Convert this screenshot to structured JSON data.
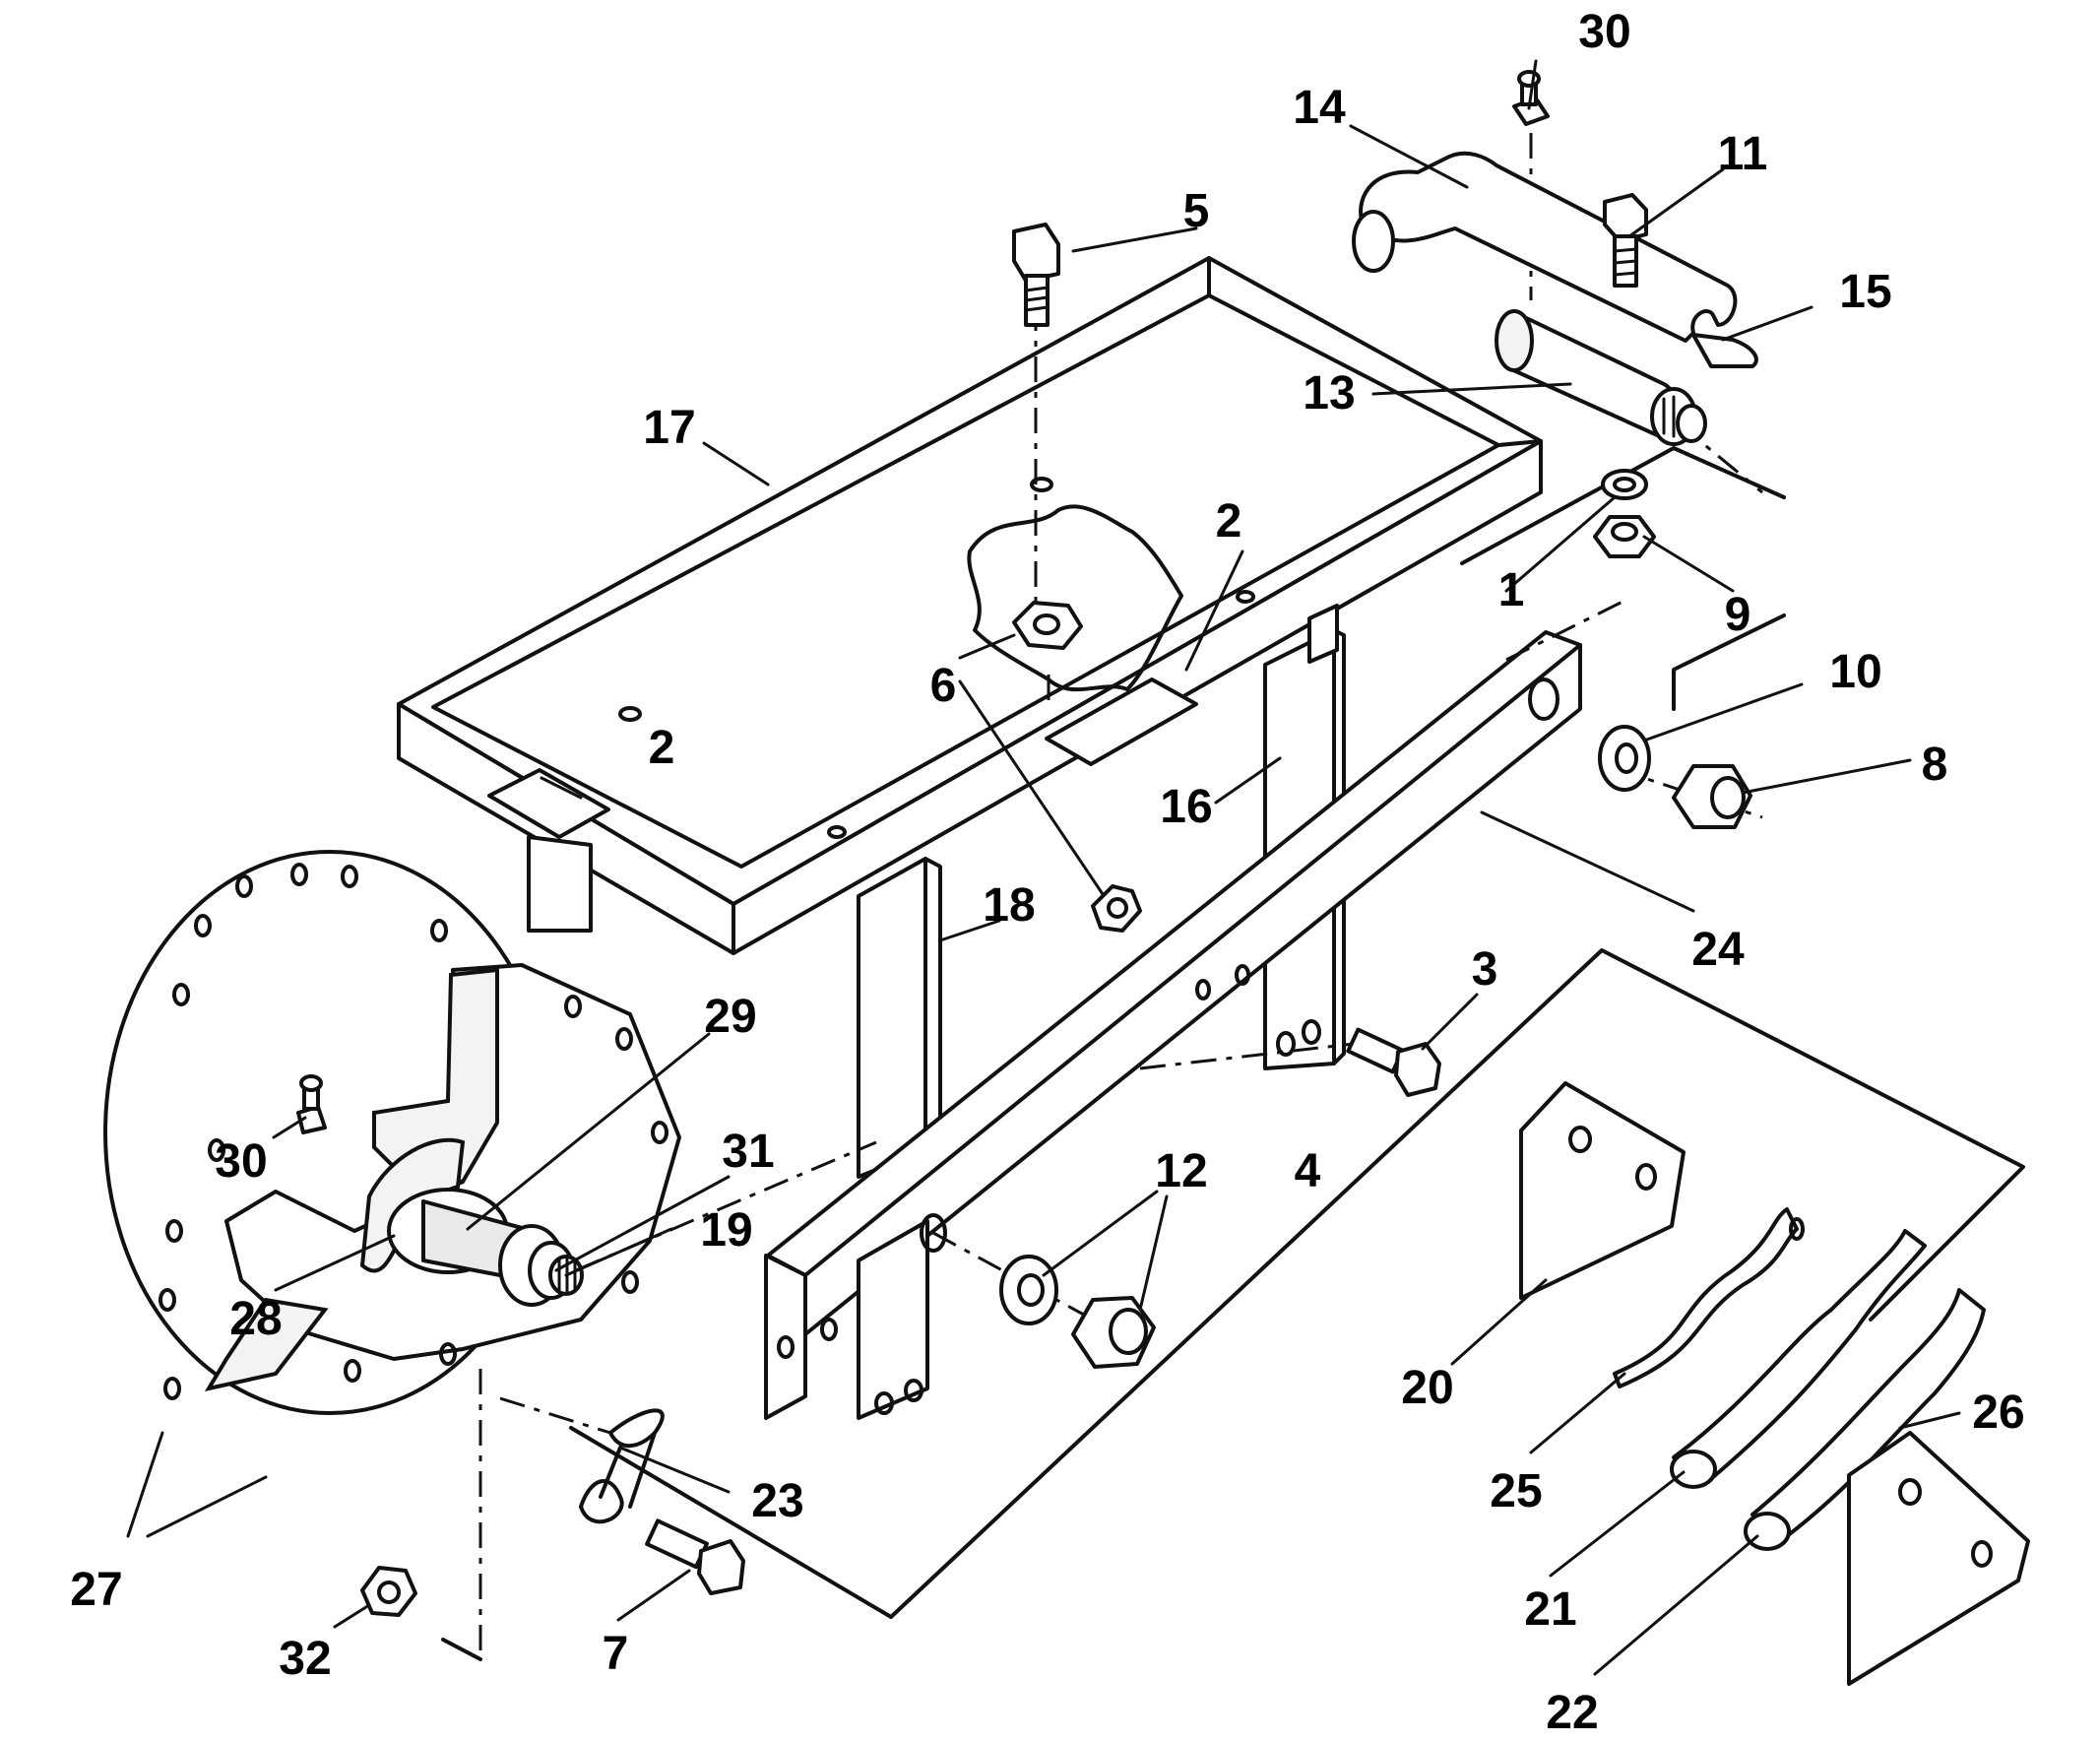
{
  "callouts": {
    "c1": "1",
    "c2a": "2",
    "c2b": "2",
    "c3": "3",
    "c4": "4",
    "c5": "5",
    "c6": "6",
    "c7": "7",
    "c8": "8",
    "c9": "9",
    "c10": "10",
    "c11": "11",
    "c12": "12",
    "c13": "13",
    "c14": "14",
    "c15": "15",
    "c16": "16",
    "c17": "17",
    "c18": "18",
    "c19": "19",
    "c20": "20",
    "c21": "21",
    "c22": "22",
    "c23": "23",
    "c24": "24",
    "c25": "25",
    "c26": "26",
    "c27": "27",
    "c28": "28",
    "c29": "29",
    "c30a": "30",
    "c30b": "30",
    "c31": "31",
    "c32": "32"
  }
}
